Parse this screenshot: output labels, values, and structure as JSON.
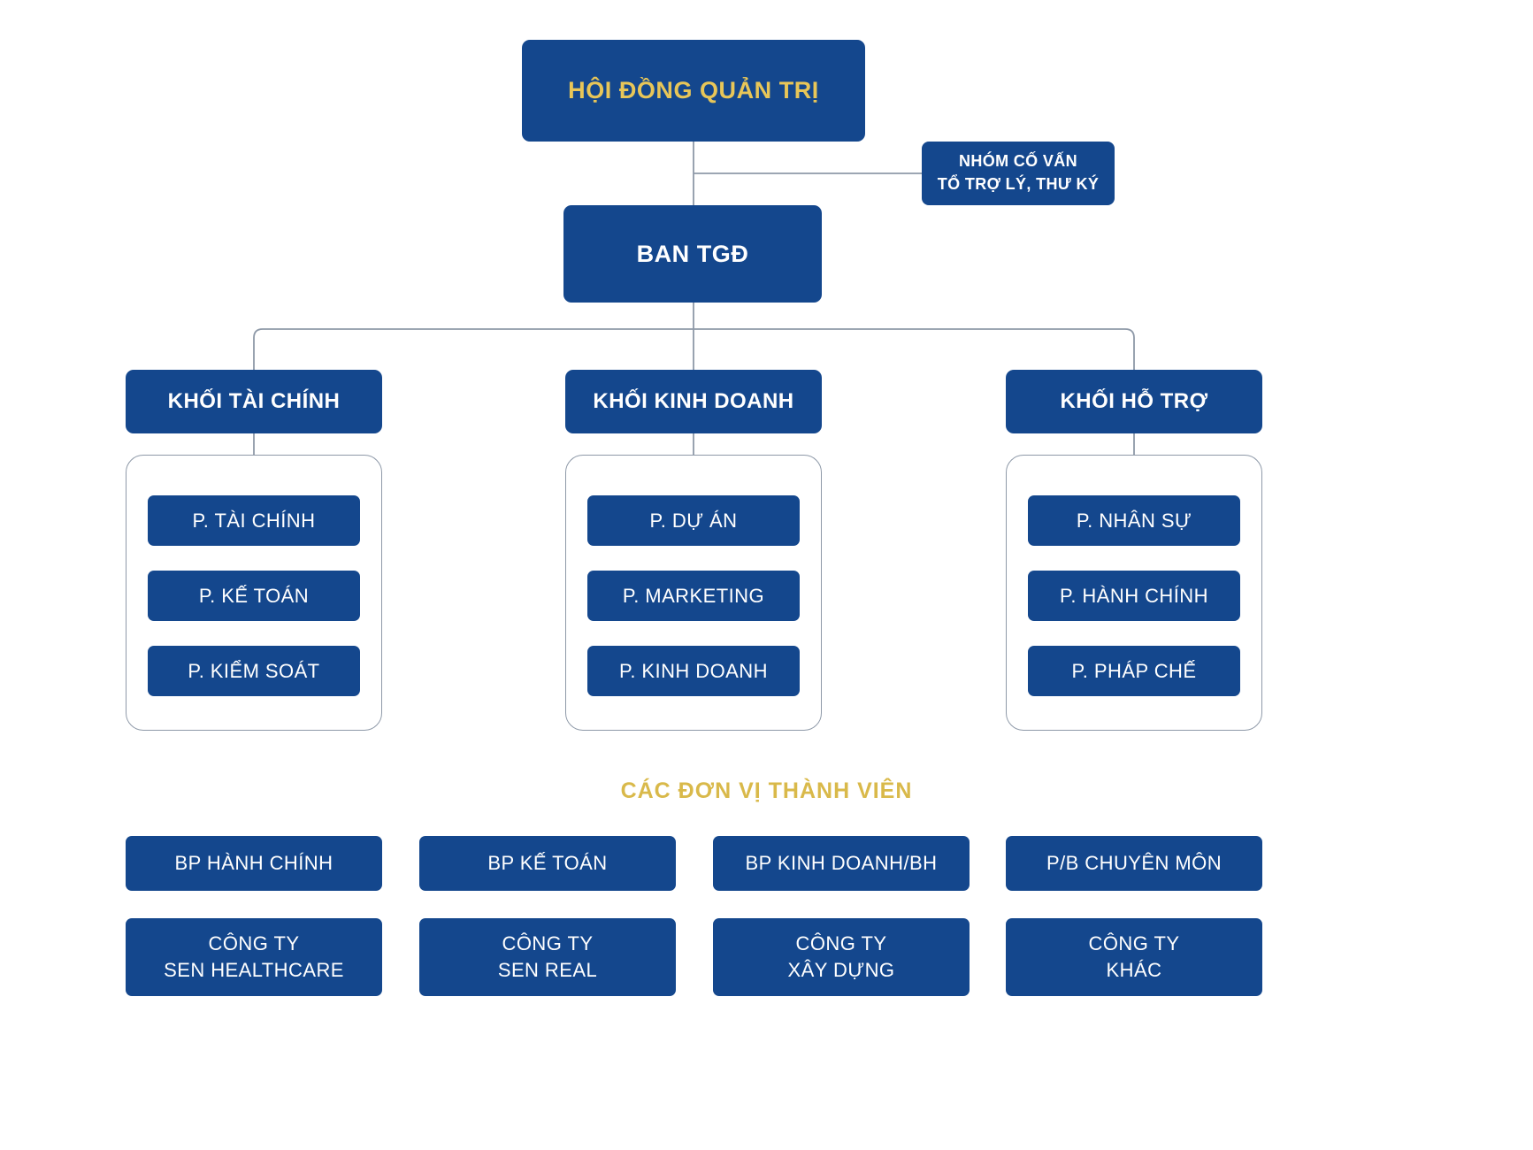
{
  "colors": {
    "box_blue": "#14478D",
    "gold_text": "#E8C658",
    "section_gold": "#D9B94A",
    "white_text": "#FFFFFF",
    "connector_line": "#8e99a8",
    "background": "#FFFFFF"
  },
  "top": {
    "board_label": "HỘI ĐỒNG QUẢN TRỊ",
    "advisor_label": "NHÓM CỐ VẤN\nTỔ TRỢ LÝ, THƯ KÝ",
    "ceo_label": "BAN TGĐ"
  },
  "divisions": [
    {
      "header": "KHỐI TÀI CHÍNH",
      "departments": [
        "P. TÀI CHÍNH",
        "P. KẾ TOÁN",
        "P. KIỂM SOÁT"
      ]
    },
    {
      "header": "KHỐI KINH DOANH",
      "departments": [
        "P. DỰ ÁN",
        "P. MARKETING",
        "P. KINH DOANH"
      ]
    },
    {
      "header": "KHỐI HỖ TRỢ",
      "departments": [
        "P. NHÂN SỰ",
        "P. HÀNH CHÍNH",
        "P. PHÁP CHẾ"
      ]
    }
  ],
  "member_section": {
    "title": "CÁC ĐƠN VỊ THÀNH VIÊN",
    "units": [
      "BP HÀNH CHÍNH",
      "BP KẾ TOÁN",
      "BP KINH DOANH/BH",
      "P/B CHUYÊN MÔN"
    ],
    "companies": [
      "CÔNG TY\nSEN HEALTHCARE",
      "CÔNG TY\nSEN REAL",
      "CÔNG TY\nXÂY DỰNG",
      "CÔNG TY\nKHÁC"
    ]
  }
}
